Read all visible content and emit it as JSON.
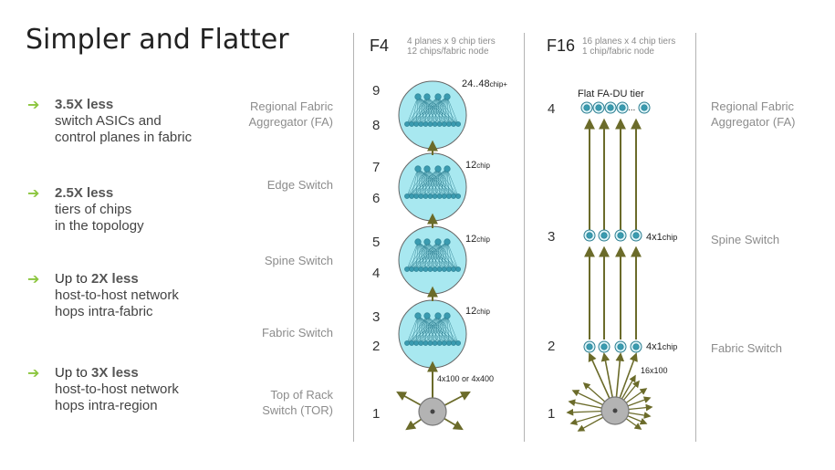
{
  "title": "Simpler and Flatter",
  "points": [
    {
      "bold": "3.5X less",
      "prefix": "",
      "suffix": "",
      "lines": [
        "switch ASICs and",
        "control planes in fabric"
      ]
    },
    {
      "bold": "2.5X less",
      "prefix": "",
      "suffix": "",
      "lines": [
        "tiers of chips",
        "in the topology"
      ]
    },
    {
      "bold": "2X less",
      "prefix": "Up to ",
      "suffix": "",
      "lines": [
        "host-to-host network",
        "hops intra-fabric"
      ]
    },
    {
      "bold": "3X less",
      "prefix": "Up to ",
      "suffix": "",
      "lines": [
        "host-to-host network",
        "hops intra-region"
      ]
    }
  ],
  "left_labels": [
    [
      "Regional Fabric",
      "Aggregator (FA)"
    ],
    [
      "Edge Switch"
    ],
    [
      "Spine Switch"
    ],
    [
      "Fabric Switch"
    ],
    [
      "Top of Rack",
      "Switch (TOR)"
    ]
  ],
  "right_labels": [
    [
      "Regional Fabric",
      "Aggregator (FA)"
    ],
    [
      "Spine Switch"
    ],
    [
      "Fabric Switch"
    ]
  ],
  "f4": {
    "title": "F4",
    "sub": [
      "4 planes x 9 chip tiers",
      "12 chips/fabric node"
    ],
    "tiers": [
      "9",
      "8",
      "7",
      "6",
      "5",
      "4",
      "3",
      "2",
      "1"
    ],
    "node_labels": [
      {
        "num": "24..48",
        "unit": "chip+"
      },
      {
        "num": "12",
        "unit": "chip"
      },
      {
        "num": "12",
        "unit": "chip"
      },
      {
        "num": "12",
        "unit": "chip"
      }
    ],
    "link_label": "4x100 or 4x400"
  },
  "f16": {
    "title": "F16",
    "sub": [
      "16 planes x 4 chip tiers",
      "1 chip/fabric node"
    ],
    "tiers": [
      "4",
      "3",
      "2",
      "1"
    ],
    "top_label": "Flat FA-DU tier",
    "ellipsis": "...",
    "spine_label": {
      "num": "4x1",
      "unit": "chip"
    },
    "fabric_label": {
      "num": "4x1",
      "unit": "chip"
    },
    "link_label": "16x100"
  },
  "colors": {
    "arrow": "#6b6b2a",
    "node_fill": "#a8e8f0",
    "chip": "#3a9bb0",
    "chip_dark": "#2a7d90",
    "divider": "#b3b3b3",
    "bullet": "#8cc63f",
    "muted": "#8c8c8c"
  }
}
